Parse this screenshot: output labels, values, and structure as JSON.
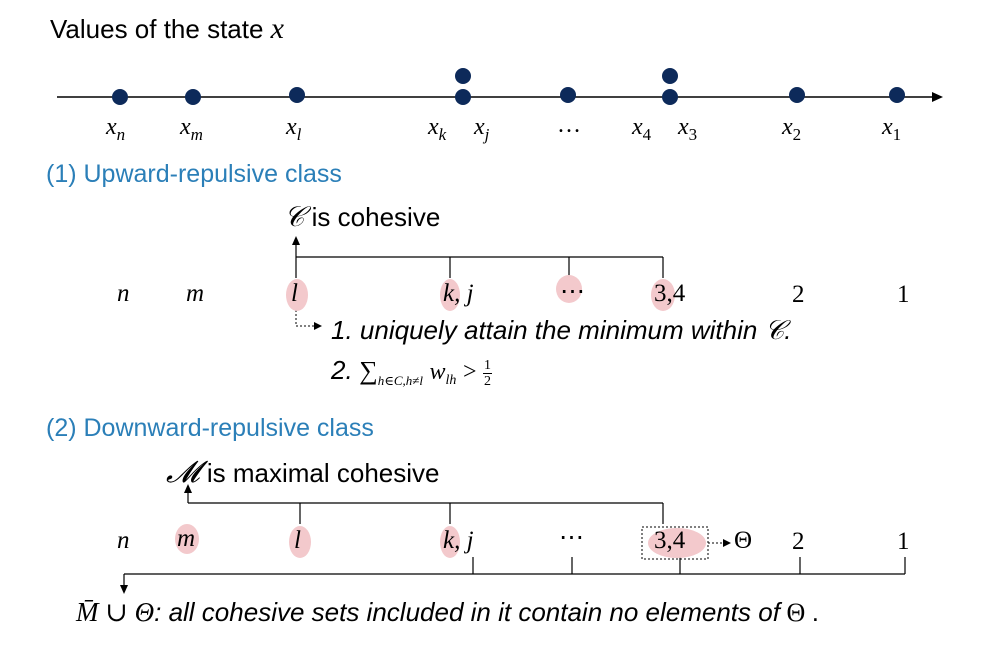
{
  "title": {
    "prefix": "Values of the state",
    "var": "x"
  },
  "axis_labels": [
    {
      "base": "x",
      "sub": "n"
    },
    {
      "base": "x",
      "sub": "m"
    },
    {
      "base": "x",
      "sub": "l"
    },
    {
      "base": "x",
      "sub": "k"
    },
    {
      "base": "x",
      "sub": "j"
    },
    {
      "base": "…",
      "sub": ""
    },
    {
      "base": "x",
      "sub": "4"
    },
    {
      "base": "x",
      "sub": "3"
    },
    {
      "base": "x",
      "sub": "2"
    },
    {
      "base": "x",
      "sub": "1"
    }
  ],
  "section1": {
    "heading": "(1) Upward-repulsive class",
    "set_symbol": "𝒞",
    "set_text": "is cohesive",
    "indices": [
      "n",
      "m",
      "l",
      "k, j",
      "⋯",
      "3,4",
      "2",
      "1"
    ],
    "cond1": "1. uniquely attain the minimum within",
    "cond1_symbol": "𝒞",
    "cond1_end": ".",
    "cond2_num": "2.",
    "cond2_formula": "∑",
    "cond2_sub": "h∈C,h≠l",
    "cond2_term": "w",
    "cond2_term_sub": "lh",
    "cond2_gt": ">",
    "cond2_frac_num": "1",
    "cond2_frac_den": "2"
  },
  "section2": {
    "heading": "(2) Downward-repulsive class",
    "set_symbol": "𝓜",
    "set_text": "is maximal cohesive",
    "indices": [
      "n",
      "m",
      "l",
      "k, j",
      "⋯",
      "3,4",
      "2",
      "1"
    ],
    "theta": "Θ",
    "footer_set": "M̄ ∪ Θ",
    "footer_text": ": all cohesive sets included in it contain no elements of",
    "footer_theta": "Θ",
    "footer_end": "."
  },
  "colors": {
    "dot": "#0d2a5a",
    "section": "#2b7fb8",
    "highlight": "#f3c9cc"
  }
}
